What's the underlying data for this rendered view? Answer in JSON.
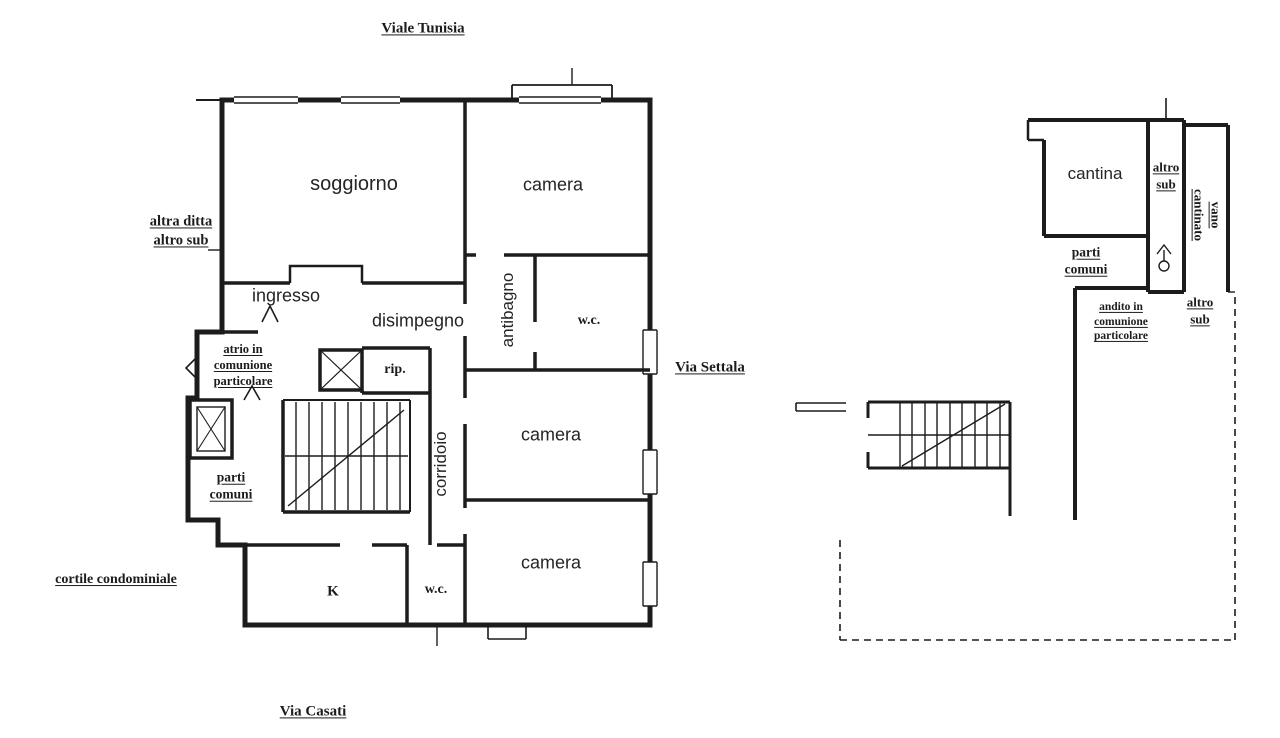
{
  "colors": {
    "ink": "#1c1c1c",
    "paper": "#ffffff"
  },
  "streets": {
    "top": "Viale Tunisia",
    "right": "Via Settala",
    "bottom": "Via Casati"
  },
  "main_plan": {
    "rooms": {
      "soggiorno": "soggiorno",
      "camera_top": "camera",
      "ingresso": "ingresso",
      "disimpegno": "disimpegno",
      "antibagno": "antibagno",
      "wc_top": "w.c.",
      "rip": "rip.",
      "corridoio": "corridoio",
      "camera_mid": "camera",
      "camera_bottom": "camera",
      "kitchen": "K",
      "wc_bottom": "w.c."
    },
    "annotations": {
      "altra_ditta": "altra ditta\naltro sub",
      "atrio": "atrio in\ncomunione\nparticolare",
      "parti_comuni": "parti\ncomuni",
      "cortile": "cortile condominiale"
    }
  },
  "basement_plan": {
    "rooms": {
      "cantina": "cantina"
    },
    "annotations": {
      "altro_sub_top": "altro\nsub",
      "vano_cantinato": "vano cantinato",
      "parti_comuni": "parti\ncomuni",
      "andito": "andito in\ncomunione\nparticolare",
      "altro_sub_right": "altro\nsub"
    }
  }
}
